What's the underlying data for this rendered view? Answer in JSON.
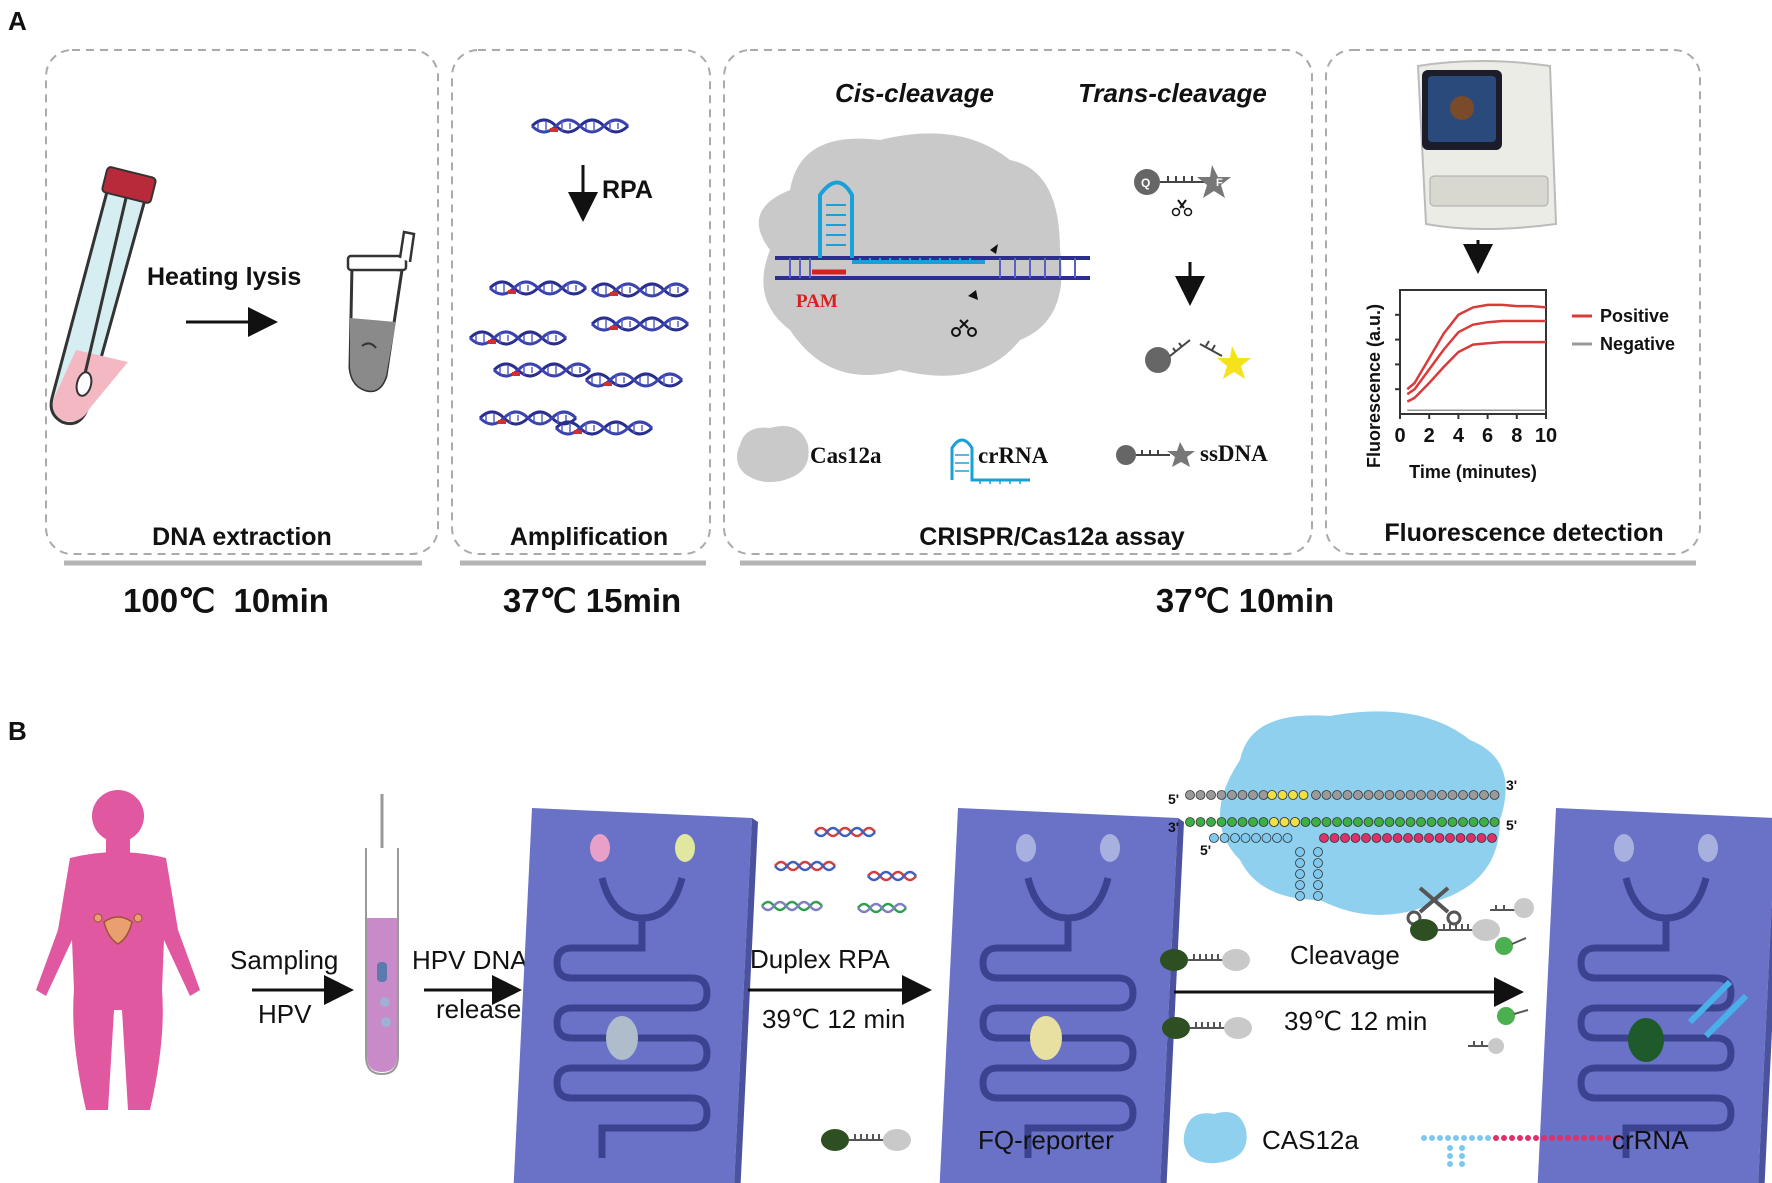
{
  "panel_a": {
    "label": "A",
    "steps": [
      {
        "title": "DNA extraction",
        "condition": "100℃  10min"
      },
      {
        "title": "Amplification",
        "condition": "37℃ 15min"
      },
      {
        "title": "CRISPR/Cas12a assay"
      },
      {
        "title": "Fluorescence detection"
      }
    ],
    "shared_condition": "37℃ 10min",
    "heating_label": "Heating lysis",
    "rpa_label": "RPA",
    "cis_label": "Cis-cleavage",
    "trans_label": "Trans-cleavage",
    "pam_label": "PAM",
    "legend": {
      "cas12a": "Cas12a",
      "crrna": "crRNA",
      "ssdna": "ssDNA"
    },
    "reporter_q": "Q",
    "reporter_f": "F",
    "chart": {
      "ylabel": "Fluorescence (a.u.)",
      "xlabel": "Time (minutes)",
      "xticks": [
        "0",
        "2",
        "4",
        "6",
        "8",
        "10"
      ],
      "legend_positive": "Positive",
      "legend_negative": "Negative",
      "colors": {
        "positive": "#d93a3a",
        "negative": "#999999"
      }
    }
  },
  "chart_data": {
    "type": "line",
    "xlabel": "Time (minutes)",
    "ylabel": "Fluorescence (a.u.)",
    "xlim": [
      0,
      10
    ],
    "x": [
      0.5,
      1,
      2,
      3,
      4,
      5,
      6,
      7,
      8,
      9,
      10
    ],
    "series": [
      {
        "name": "Positive",
        "values": [
          0.2,
          0.25,
          0.45,
          0.65,
          0.8,
          0.86,
          0.88,
          0.88,
          0.87,
          0.87,
          0.86
        ]
      },
      {
        "name": "Positive",
        "values": [
          0.16,
          0.2,
          0.36,
          0.52,
          0.66,
          0.72,
          0.74,
          0.75,
          0.75,
          0.75,
          0.75
        ]
      },
      {
        "name": "Positive",
        "values": [
          0.1,
          0.13,
          0.25,
          0.38,
          0.5,
          0.56,
          0.57,
          0.58,
          0.58,
          0.58,
          0.58
        ]
      },
      {
        "name": "Negative",
        "values": [
          0.03,
          0.03,
          0.03,
          0.03,
          0.03,
          0.03,
          0.03,
          0.03,
          0.03,
          0.03,
          0.03
        ]
      }
    ],
    "legend": "right"
  },
  "panel_b": {
    "label": "B",
    "sampling": "Sampling",
    "hpv": "HPV",
    "hpv_dna": "HPV DNA",
    "release": "release",
    "duplex_rpa": "Duplex RPA",
    "cond1": "39℃ 12 min",
    "cleavage": "Cleavage",
    "cond2": "39℃ 12 min",
    "ends": {
      "five_top": "5'",
      "three_top": "3'",
      "three_mid": "3'",
      "five_mid": "5'",
      "five_bot": "5'"
    },
    "legend": {
      "reporter": "FQ-reporter",
      "cas": "CAS12a",
      "crrna": "crRNA"
    },
    "colors": {
      "chip": "#6a72c8",
      "body": "#e0589f",
      "cas": "#8fd0ee",
      "reporter": "#2d4f22"
    }
  }
}
